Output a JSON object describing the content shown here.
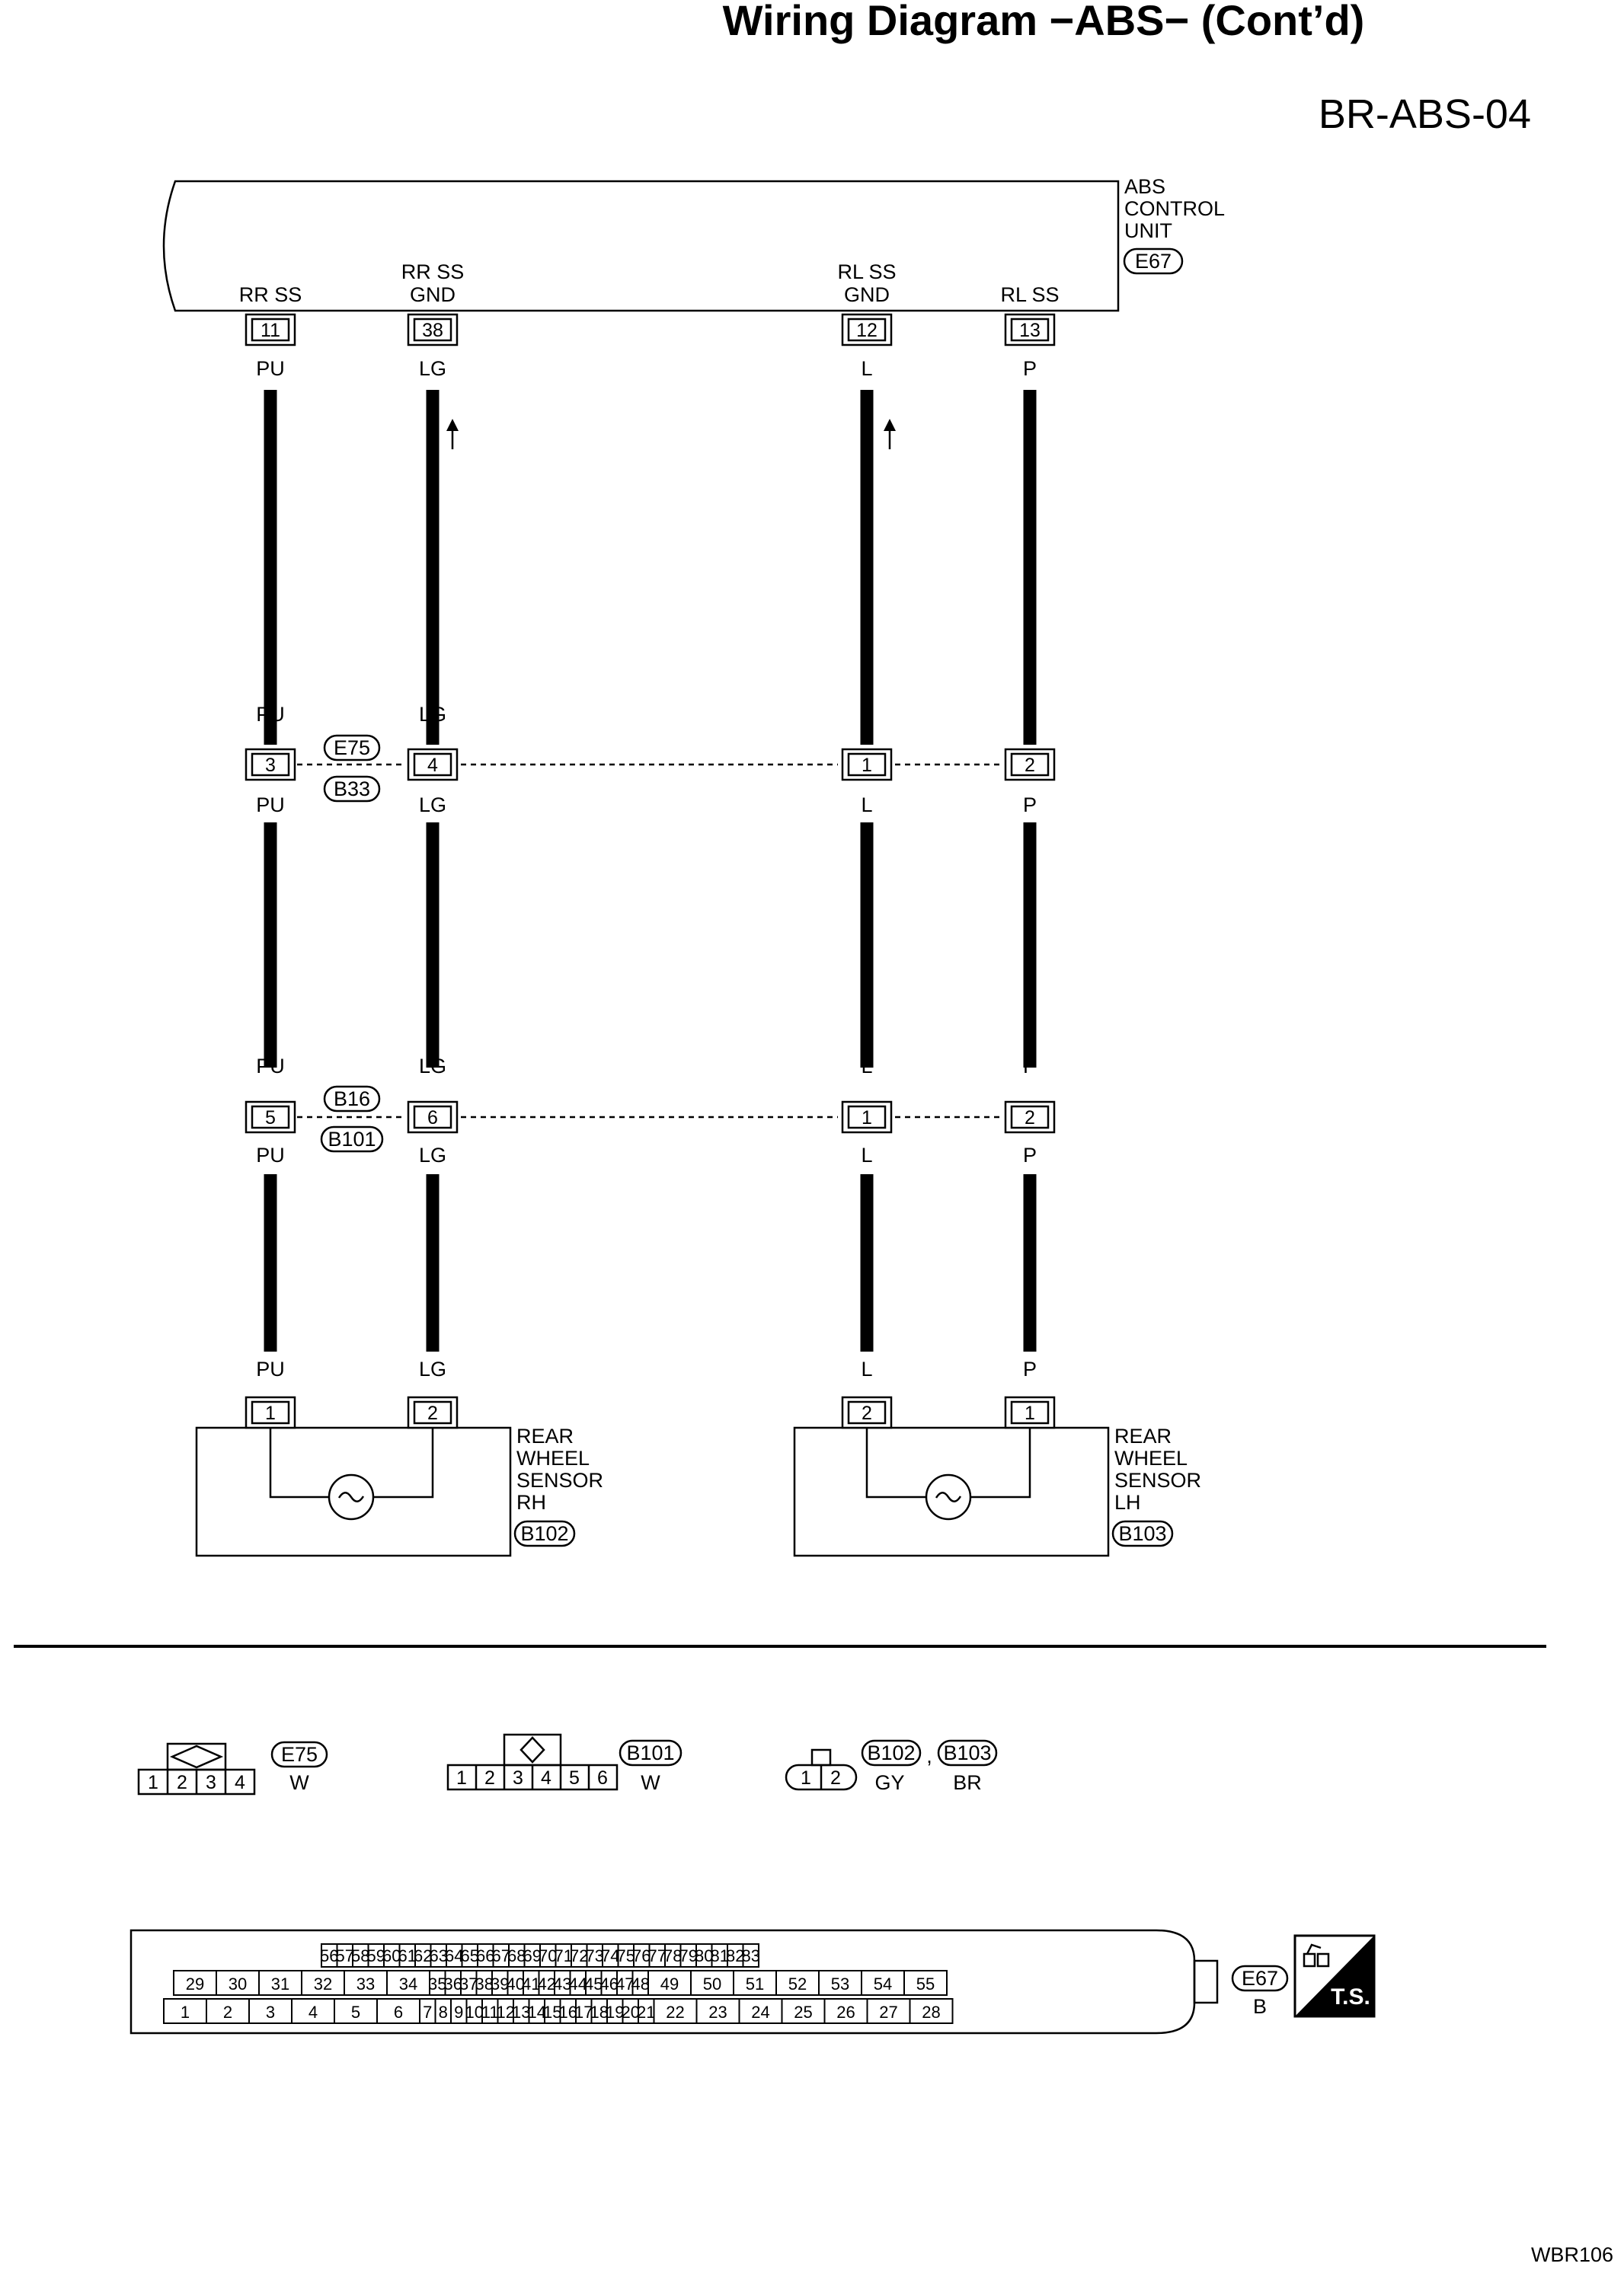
{
  "page": {
    "title": "Wiring Diagram −ABS− (Cont’d)",
    "code": "BR-ABS-04",
    "footer_code": "WBR106"
  },
  "control_unit": {
    "name_lines": [
      "ABS",
      "CONTROL",
      "UNIT"
    ],
    "connector": "E67"
  },
  "terminals": [
    {
      "label_lines": [
        "RR SS"
      ],
      "pin": "11"
    },
    {
      "label_lines": [
        "RR SS",
        "GND"
      ],
      "pin": "38"
    },
    {
      "label_lines": [
        "RL SS",
        "GND"
      ],
      "pin": "12"
    },
    {
      "label_lines": [
        "RL SS"
      ],
      "pin": "13"
    }
  ],
  "wire_colors": [
    "PU",
    "LG",
    "L",
    "P"
  ],
  "junction_1": {
    "upper": "E75",
    "lower": "B33",
    "pins": [
      "3",
      "4",
      "1",
      "2"
    ]
  },
  "junction_2": {
    "upper": "B16",
    "lower": "B101",
    "pins": [
      "5",
      "6",
      "1",
      "2"
    ]
  },
  "sensor_rh": {
    "name_lines": [
      "REAR",
      "WHEEL",
      "SENSOR",
      "RH"
    ],
    "connector": "B102",
    "pins": [
      "1",
      "2"
    ]
  },
  "sensor_lh": {
    "name_lines": [
      "REAR",
      "WHEEL",
      "SENSOR",
      "LH"
    ],
    "connector": "B103",
    "pins": [
      "2",
      "1"
    ]
  },
  "connector_views": {
    "e75": {
      "id": "E75",
      "color": "W",
      "pins": [
        "1",
        "2",
        "3",
        "4"
      ]
    },
    "b101": {
      "id": "B101",
      "color": "W",
      "pins": [
        "1",
        "2",
        "3",
        "4",
        "5",
        "6"
      ]
    },
    "b102_b103": {
      "ids": [
        "B102",
        "B103"
      ],
      "separator": ",",
      "colors": [
        "GY",
        "BR"
      ],
      "pins": [
        "1",
        "2"
      ]
    },
    "e67": {
      "id": "E67",
      "color": "B",
      "row1": [
        "56",
        "57",
        "58",
        "59",
        "60",
        "61",
        "62",
        "63",
        "64",
        "65",
        "66",
        "67",
        "68",
        "69",
        "70",
        "71",
        "72",
        "73",
        "74",
        "75",
        "76",
        "77",
        "78",
        "79",
        "80",
        "81",
        "82",
        "83"
      ],
      "row2": [
        "29",
        "30",
        "31",
        "32",
        "33",
        "34",
        "35",
        "36",
        "37",
        "38",
        "39",
        "40",
        "41",
        "42",
        "43",
        "44",
        "45",
        "46",
        "47",
        "48",
        "49",
        "50",
        "51",
        "52",
        "53",
        "54",
        "55"
      ],
      "row3": [
        "1",
        "2",
        "3",
        "4",
        "5",
        "6",
        "7",
        "8",
        "9",
        "10",
        "11",
        "12",
        "13",
        "14",
        "15",
        "16",
        "17",
        "18",
        "19",
        "20",
        "21",
        "22",
        "23",
        "24",
        "25",
        "26",
        "27",
        "28"
      ]
    }
  },
  "ts_badge": "T.S."
}
